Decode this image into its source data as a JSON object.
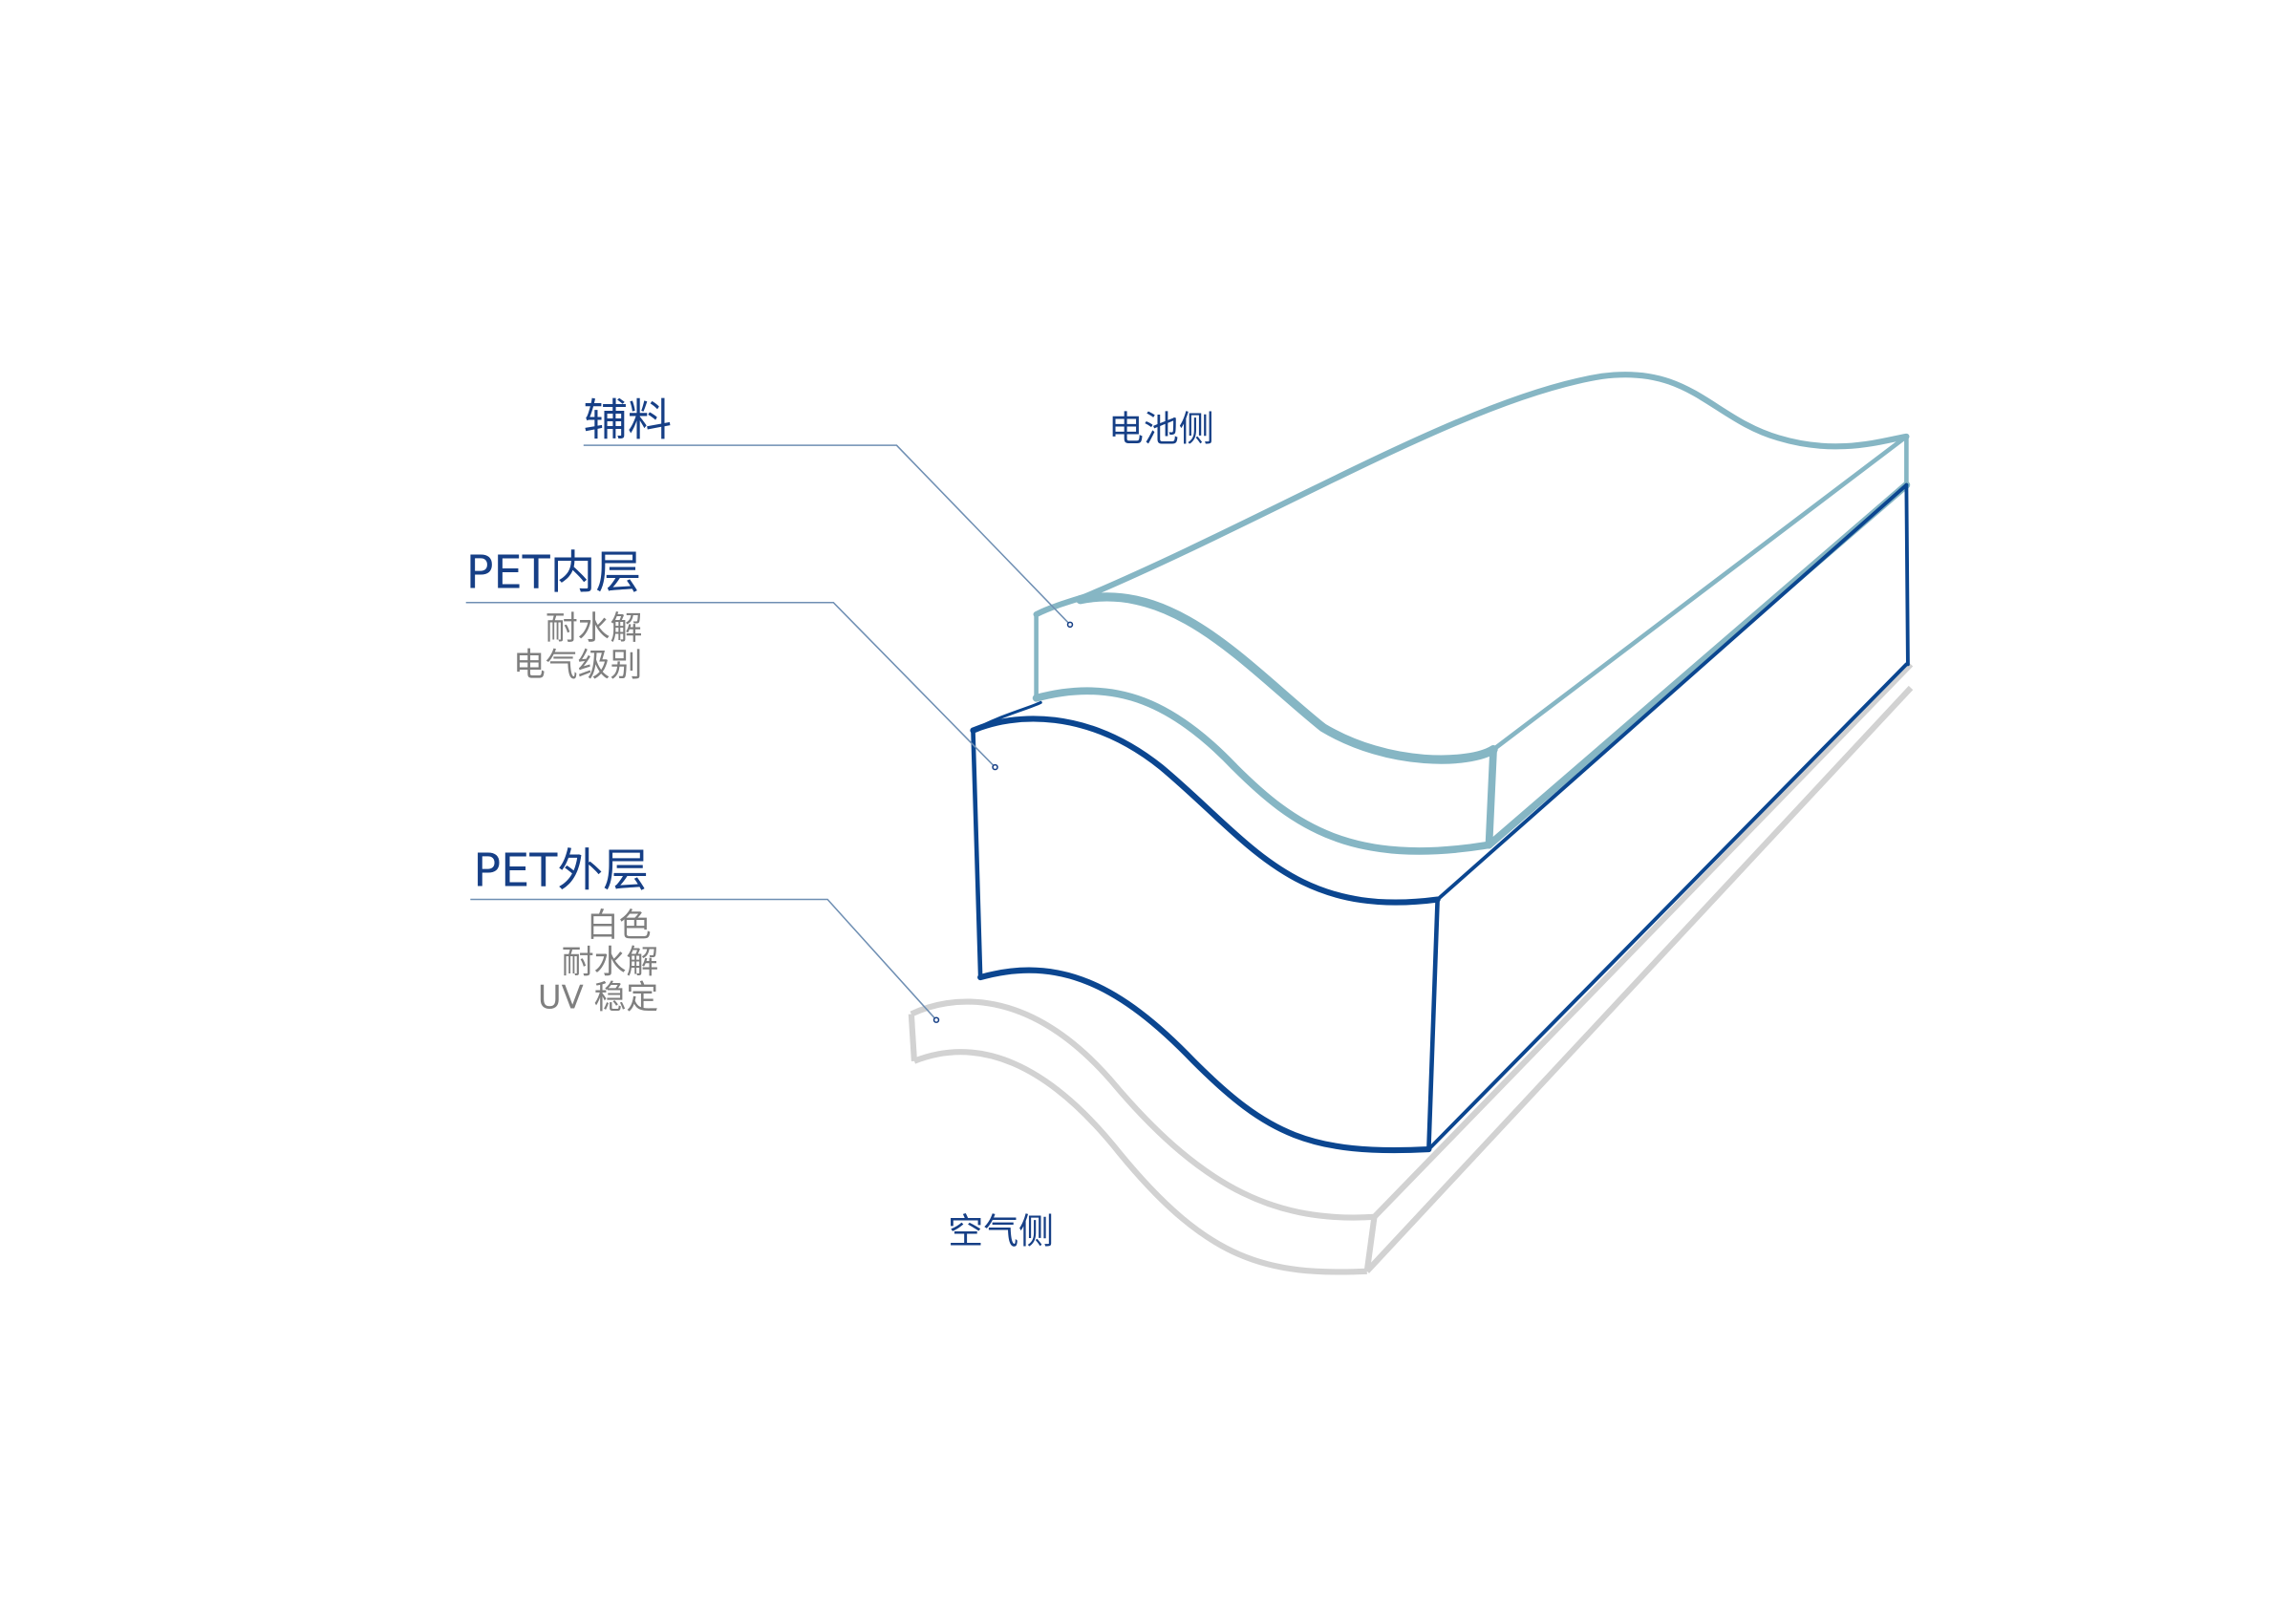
{
  "colors": {
    "dark_blue": "#0b4690",
    "light_blue": "#86b6c4",
    "gray": "#d2d2d2",
    "label_blue": "#163f86",
    "sub_text": "#7f7f7f"
  },
  "labels": {
    "auxiliary": "辅料",
    "battery_side": "电池侧",
    "pet_inner": {
      "title": "PET内层",
      "props": [
        "耐水解",
        "电气级别"
      ]
    },
    "pet_outer": {
      "title": "PET外层",
      "props": [
        "白色",
        "耐水解",
        "UV 稳定"
      ]
    },
    "air_side": "空气侧"
  }
}
